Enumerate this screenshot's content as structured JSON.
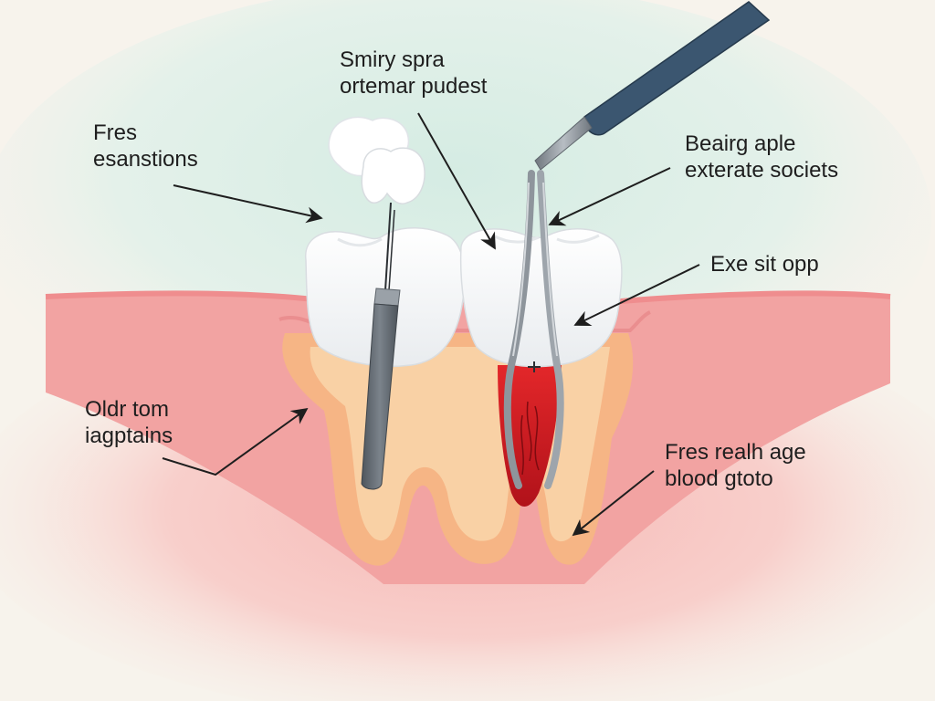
{
  "diagram": {
    "labels": {
      "top_center": {
        "line1": "Smiry spra",
        "line2": "ortemar pudest"
      },
      "top_left": {
        "line1": "Fres",
        "line2": "esanstions"
      },
      "top_right": {
        "line1": "Beairg aple",
        "line2": "exterate societs"
      },
      "mid_right": {
        "line1": "Exe sit opp"
      },
      "bottom_left": {
        "line1": "Oldr tom",
        "line2": "iagptains"
      },
      "bottom_right": {
        "line1": "Fres realh age",
        "line2": "blood gtoto"
      }
    },
    "colors": {
      "background": "#f7f3ec",
      "mint_wash": "#dcefe6",
      "gum_pink": "#f3a6a6",
      "gum_line": "#ee8a8a",
      "root_orange": "#f6b888",
      "root_inner": "#f9cfa3",
      "enamel": "#ffffff",
      "enamel_shade": "#e3e6ea",
      "pulp_red": "#c8161b",
      "instrument_steel": "#8e959c",
      "instrument_dark": "#5f666d",
      "handle_navy": "#3b5670",
      "arrow": "#1e1e1e"
    }
  }
}
